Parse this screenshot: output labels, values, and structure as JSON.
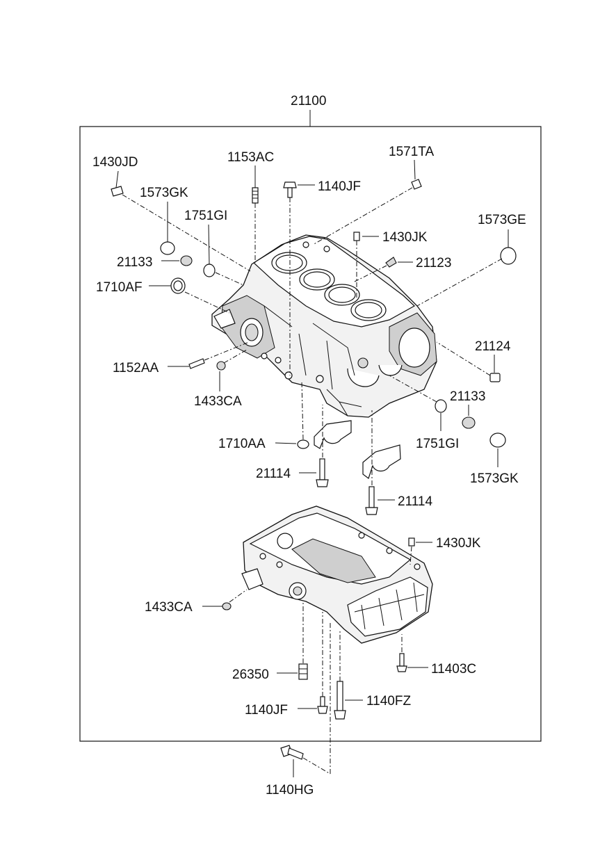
{
  "assembly": {
    "label": "21100"
  },
  "labels": {
    "l1430jd": "1430JD",
    "l1153ac": "1153AC",
    "l1571ta": "1571TA",
    "l1573gk_top": "1573GK",
    "l1140jf_top": "1140JF",
    "l1751gi_top": "1751GI",
    "l1430jk_top": "1430JK",
    "l1573ge": "1573GE",
    "l21133_left": "21133",
    "l21123": "21123",
    "l1710af": "1710AF",
    "l21124": "21124",
    "l1152aa": "1152AA",
    "l1433ca_top": "1433CA",
    "l21133_right": "21133",
    "l1751gi_right": "1751GI",
    "l1710aa": "1710AA",
    "l21114_left": "21114",
    "l1573gk_right": "1573GK",
    "l21114_right": "21114",
    "l1430jk_low": "1430JK",
    "l1433ca_low": "1433CA",
    "l11403c": "11403C",
    "l26350": "26350",
    "l1140fz": "1140FZ",
    "l1140jf_low": "1140JF",
    "l1140hg": "1140HG"
  }
}
